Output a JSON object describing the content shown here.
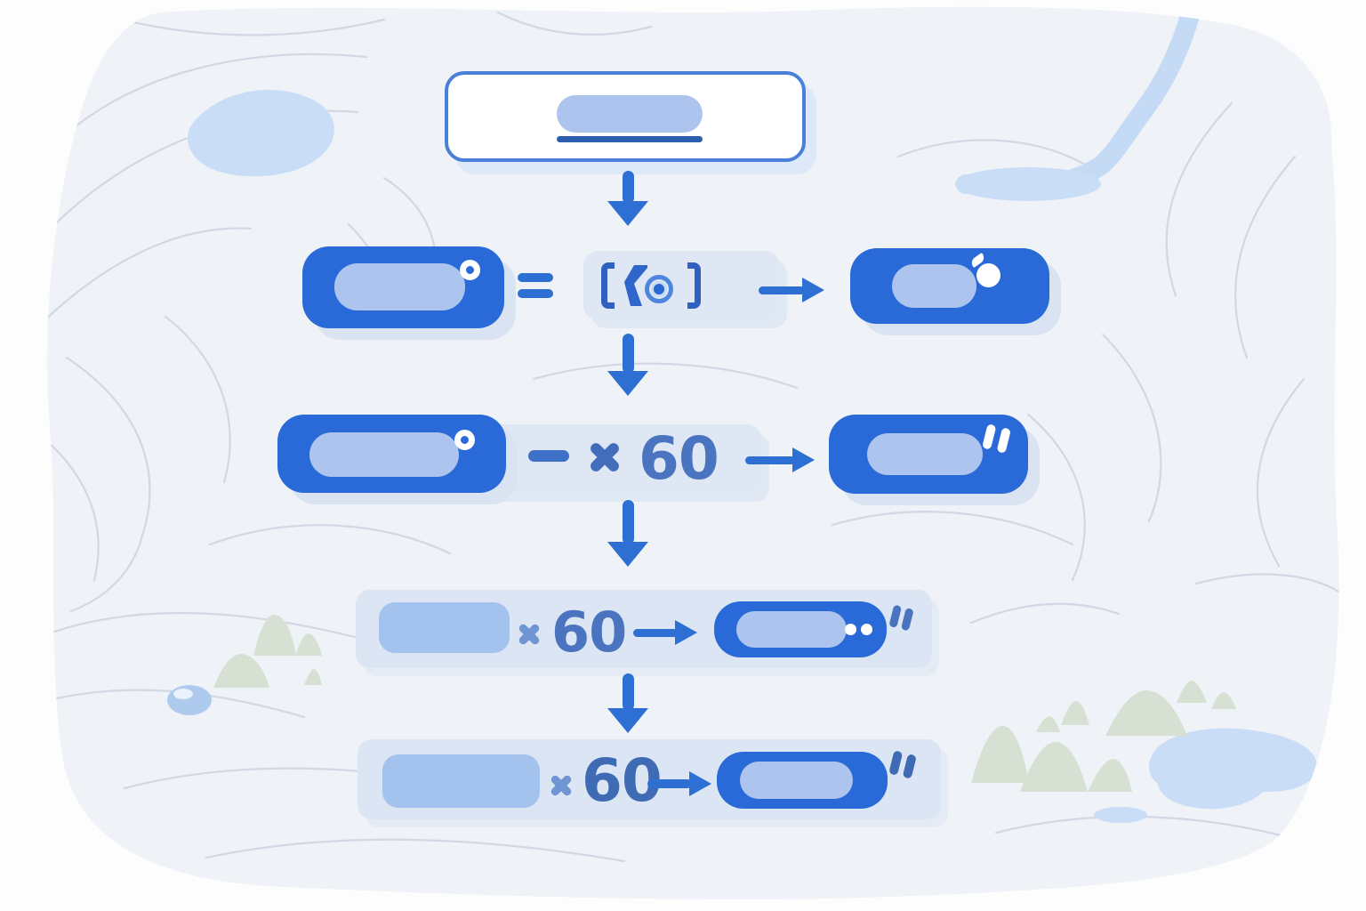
{
  "meta": {
    "description": "Illustrated flow diagram over a topographic map: a value in degrees is bracketed, then multiplied by 60 to get minutes, and multiplied by 60 again to get seconds"
  },
  "symbols": {
    "equals": "=",
    "minus": "−",
    "multiply": "×",
    "degree": "°",
    "prime": "′",
    "double_prime": "″",
    "bracket_open": "[",
    "bracket_close": "]"
  },
  "steps": {
    "step2": {
      "factor": "60"
    },
    "step3": {
      "factor": "60"
    },
    "step4": {
      "factor": "60"
    }
  },
  "colors": {
    "primary_blue": "#2a6ad8",
    "light_pill": "#adc5ee",
    "panel": "#dee7f3",
    "arrow": "#2e6fd3",
    "digit_blue": "#4a74bf",
    "digit_blue_dark": "#3f6bb5",
    "map_background": "#eff2f7",
    "contour_line": "#d2d8e3",
    "water": "#c9def6",
    "vegetation": "#d6e1d3"
  }
}
